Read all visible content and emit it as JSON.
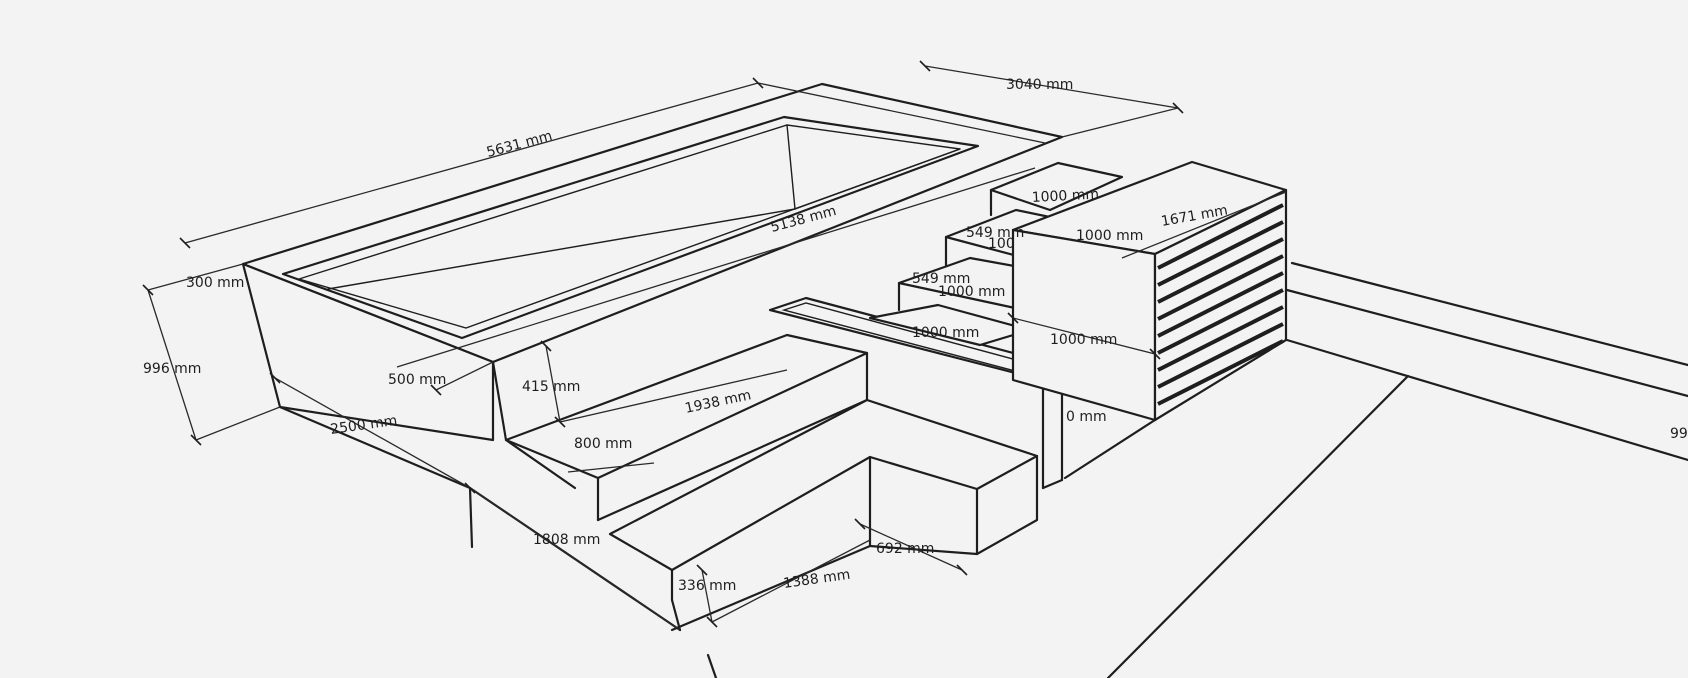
{
  "dimensions": {
    "pool_length_outer": "5631 mm",
    "pool_width_outer": "3040 mm",
    "pool_length_inner": "5138 mm",
    "wall_top": "300 mm",
    "height_left": "996 mm",
    "ledge": "500 mm",
    "step_height": "415 mm",
    "bench_length": "1938 mm",
    "bench_depth": "800 mm",
    "side_length": "2500 mm",
    "lower_length": "1808 mm",
    "lower_height": "336 mm",
    "seat_length": "1388 mm",
    "seat_depth": "692 mm",
    "stair_tread_1": "1000 mm",
    "stair_width_1": "1000 mm",
    "stair_riser_1": "549 mm",
    "stair_riser_1_clipped": "549 mm",
    "stair_tread_clipped": "100",
    "stair_riser_2": "549 mm",
    "stair_tread_2": "1000 mm",
    "stair_tread_3": "1000 mm",
    "box_length": "1671 mm",
    "box_height": "1000 mm",
    "hidden_partial": "0 mm",
    "edge_partial": "99"
  },
  "colors": {
    "background": "#f3f3f3",
    "line": "#1e1e1e"
  }
}
